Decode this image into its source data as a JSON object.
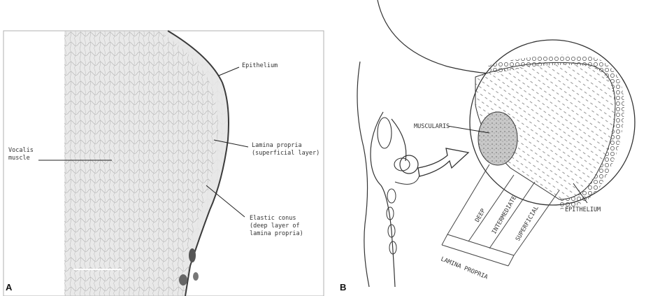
{
  "panel_a": {
    "letter": "A",
    "labels": {
      "epithelium": "Epithelium",
      "vocalis_1": "Vocalis",
      "vocalis_2": "muscle",
      "lp_sup_1": "Lamina propria",
      "lp_sup_2": "(superficial layer)",
      "conus_1": "Elastic conus",
      "conus_2": "(deep layer of",
      "conus_3": "lamina propria)"
    }
  },
  "panel_b": {
    "letter": "B",
    "labels": {
      "muscularis": "MUSCULARIS",
      "epithelium": "EPITHELIUM",
      "deep": "DEEP",
      "intermediate": "INTERMEDIATE",
      "superficial": "SUPERFICIAL",
      "lamina_propria": "LAMINA PROPRIA"
    }
  },
  "colors": {
    "ink": "#2b2b2b",
    "tissue": "#d9d9d9",
    "background": "#ffffff"
  }
}
